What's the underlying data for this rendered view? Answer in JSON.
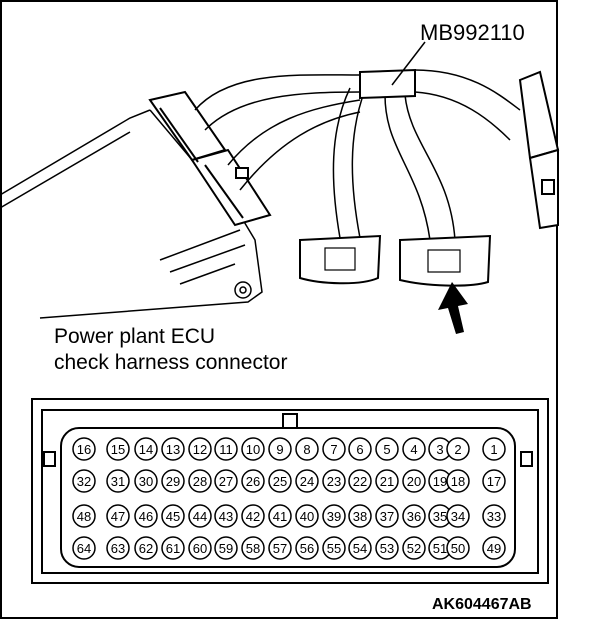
{
  "labels": {
    "part_number": "MB992110",
    "caption_line1": "Power plant ECU",
    "caption_line2": "check harness connector",
    "figure_code": "AK604467AB"
  },
  "connector": {
    "rows": [
      [
        "16",
        "15",
        "14",
        "13",
        "12",
        "11",
        "10",
        "9",
        "8",
        "7",
        "6",
        "5",
        "4",
        "3",
        "2",
        "1"
      ],
      [
        "32",
        "31",
        "30",
        "29",
        "28",
        "27",
        "26",
        "25",
        "24",
        "23",
        "22",
        "21",
        "20",
        "19",
        "18",
        "17"
      ],
      [
        "48",
        "47",
        "46",
        "45",
        "44",
        "43",
        "42",
        "41",
        "40",
        "39",
        "38",
        "37",
        "36",
        "35",
        "34",
        "33"
      ],
      [
        "64",
        "63",
        "62",
        "61",
        "60",
        "59",
        "58",
        "57",
        "56",
        "55",
        "54",
        "53",
        "52",
        "51",
        "50",
        "49"
      ]
    ]
  },
  "colors": {
    "line": "#000000",
    "background": "#ffffff"
  }
}
